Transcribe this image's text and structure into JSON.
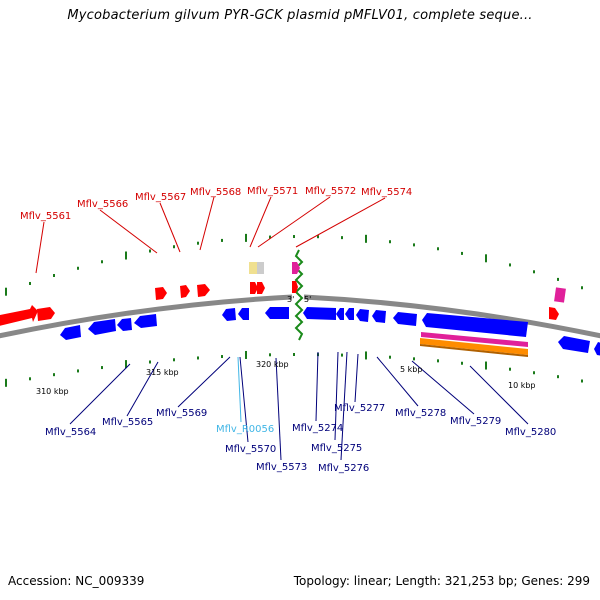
{
  "title": "Mycobacterium gilvum PYR-GCK plasmid pMFLV01, complete seque...",
  "footer": {
    "accession": "Accession: NC_009339",
    "topology": "Topology: linear; Length: 321,253 bp; Genes: 299"
  },
  "colors": {
    "forward_gene": "#ff0000",
    "reverse_gene": "#0000ff",
    "backbone": "#888888",
    "tick": "#1a7a1a",
    "top_label": "#d40000",
    "bottom_label": "#00007a",
    "rna_label": "#41b6e6",
    "break": "#1a8a1a",
    "magenta": "#e0209a",
    "orange": "#ff8c00"
  },
  "scale_labels": [
    "310 kbp",
    "315 kbp",
    "320 kbp",
    "5 kbp",
    "10 kbp"
  ],
  "end_labels": {
    "three_prime": "3'",
    "five_prime": "5'"
  },
  "top_genes": [
    "Mflv_5561",
    "Mflv_5566",
    "Mflv_5567",
    "Mflv_5568",
    "Mflv_5571",
    "Mflv_5572",
    "Mflv_5574"
  ],
  "bottom_genes": [
    "Mflv_5564",
    "Mflv_5565",
    "Mflv_5569",
    "Mflv_R0056",
    "Mflv_5570",
    "Mflv_5573",
    "Mflv_5274",
    "Mflv_5275",
    "Mflv_5276",
    "Mflv_5277",
    "Mflv_5278",
    "Mflv_5279",
    "Mflv_5280"
  ]
}
